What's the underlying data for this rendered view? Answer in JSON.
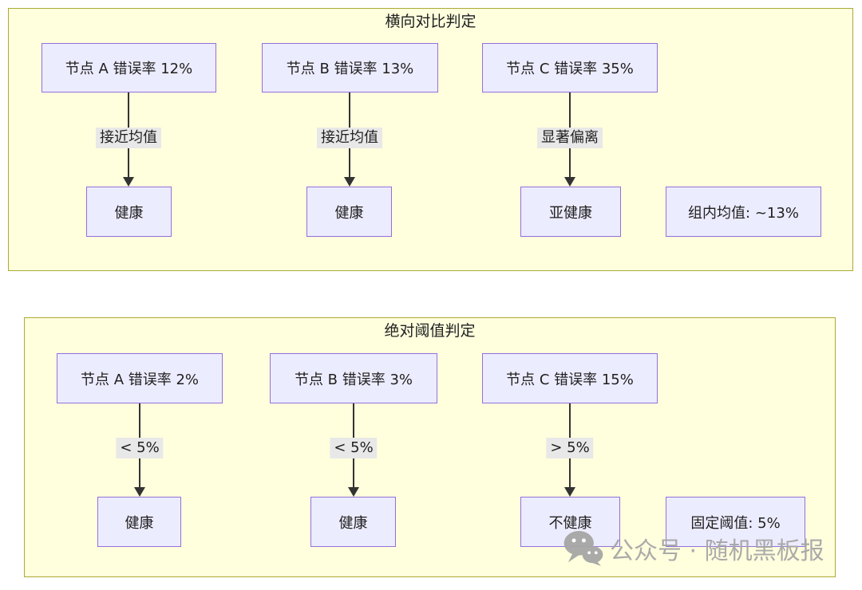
{
  "colors": {
    "cluster_fill": "#ffffde",
    "cluster_border": "#aaaa33",
    "node_fill": "#ececff",
    "node_border": "#9370db",
    "edge_label_bg": "#e8e8e8",
    "edge_color": "#333333",
    "watermark_color": "#a6a6a6"
  },
  "sections": [
    {
      "title": "横向对比判定",
      "flows": [
        {
          "source": "节点 A 错误率 12%",
          "edge_label": "接近均值",
          "result": "健康"
        },
        {
          "source": "节点 B 错误率 13%",
          "edge_label": "接近均值",
          "result": "健康"
        },
        {
          "source": "节点 C 错误率 35%",
          "edge_label": "显著偏离",
          "result": "亚健康"
        }
      ],
      "info_box": "组内均值: ~13%"
    },
    {
      "title": "绝对阈值判定",
      "flows": [
        {
          "source": "节点 A 错误率 2%",
          "edge_label": "< 5%",
          "result": "健康"
        },
        {
          "source": "节点 B 错误率 3%",
          "edge_label": "< 5%",
          "result": "健康"
        },
        {
          "source": "节点 C 错误率 15%",
          "edge_label": "> 5%",
          "result": "不健康"
        }
      ],
      "info_box": "固定阈值: 5%"
    }
  ],
  "watermark": {
    "icon": "wechat-icon",
    "text": "公众号 · 随机黑板报"
  }
}
